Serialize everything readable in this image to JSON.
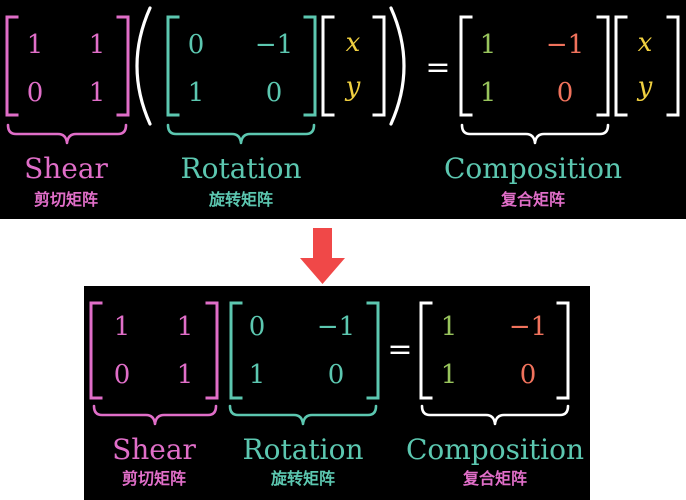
{
  "colors": {
    "background": "#000000",
    "page": "#ffffff",
    "shear": "#e06ec8",
    "rotation": "#5cc7b0",
    "composition": "#5cc7b0",
    "vector": "#f0d040",
    "white": "#ffffff",
    "green_entry": "#98c45c",
    "red_entry": "#f0725c",
    "arrow": "#f04848"
  },
  "top": {
    "shear": {
      "m11": "1",
      "m12": "1",
      "m21": "0",
      "m22": "1",
      "label": "Shear",
      "label_cn": "剪切矩阵"
    },
    "rotation": {
      "m11": "0",
      "m12": "−1",
      "m21": "1",
      "m22": "0",
      "label": "Rotation",
      "label_cn": "旋转矩阵"
    },
    "vector": {
      "v1": "x",
      "v2": "y"
    },
    "equals": "=",
    "composition": {
      "m11": "1",
      "m12": "−1",
      "m21": "1",
      "m22": "0",
      "label": "Composition",
      "label_cn": "复合矩阵"
    },
    "vector2": {
      "v1": "x",
      "v2": "y"
    }
  },
  "bottom": {
    "shear": {
      "m11": "1",
      "m12": "1",
      "m21": "0",
      "m22": "1",
      "label": "Shear",
      "label_cn": "剪切矩阵"
    },
    "rotation": {
      "m11": "0",
      "m12": "−1",
      "m21": "1",
      "m22": "0",
      "label": "Rotation",
      "label_cn": "旋转矩阵"
    },
    "equals": "=",
    "composition": {
      "m11": "1",
      "m12": "−1",
      "m21": "1",
      "m22": "0",
      "label": "Composition",
      "label_cn": "复合矩阵"
    }
  },
  "arrow_icon": "down-arrow-icon"
}
